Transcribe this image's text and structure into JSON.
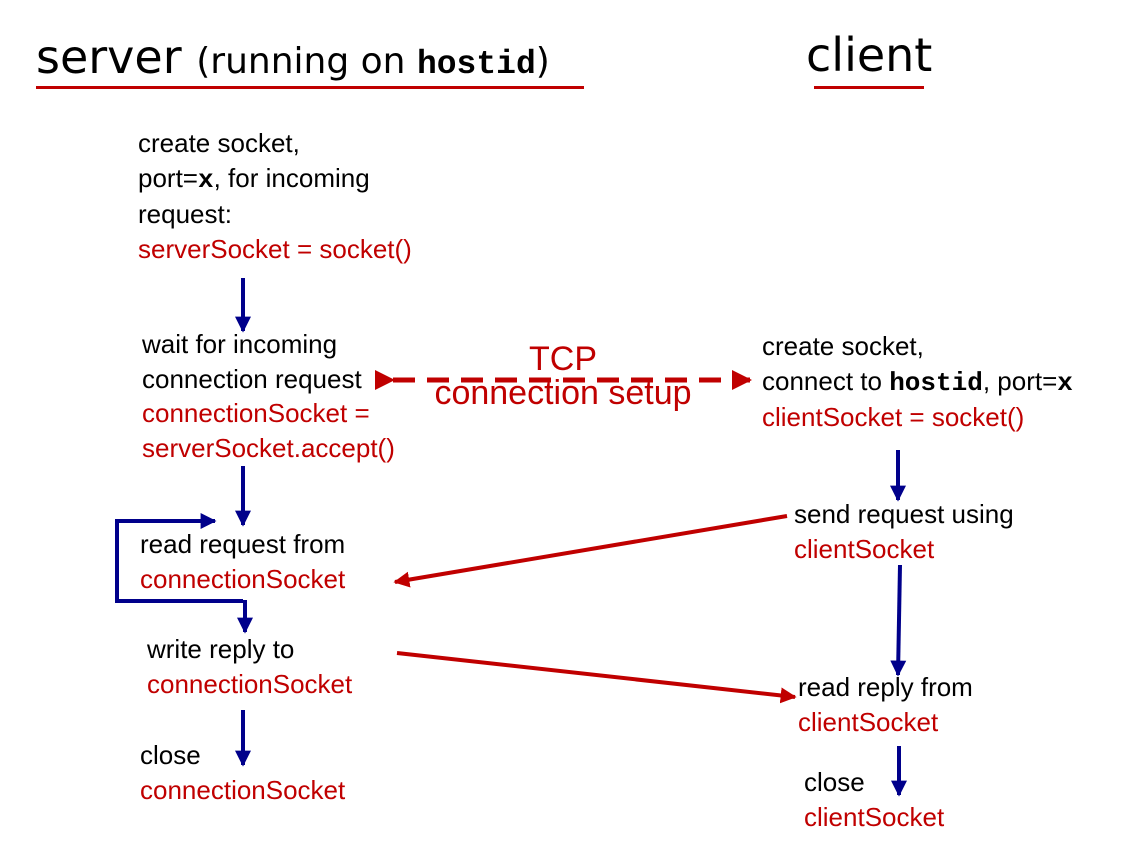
{
  "server_title": {
    "main": "server",
    "open_paren": "(",
    "running_on": "running on ",
    "host": "hostid",
    "close_paren": ")"
  },
  "client_title": "client",
  "server_steps": {
    "create": {
      "line1": "create socket,",
      "line2_a": "port=",
      "line2_x": "x",
      "line2_b": ", for incoming",
      "line3": "request:",
      "code": "serverSocket = socket()"
    },
    "wait": {
      "line1": "wait for incoming",
      "line2": "connection request",
      "code1": "connectionSocket =",
      "code2": "serverSocket.accept()"
    },
    "read": {
      "line1": "read request from",
      "code": "connectionSocket"
    },
    "write": {
      "line1": "write reply to",
      "code": "connectionSocket"
    },
    "close": {
      "line1": "close",
      "code": "connectionSocket"
    }
  },
  "client_steps": {
    "create": {
      "line1": "create socket,",
      "line2_a": "connect to ",
      "line2_host": "hostid",
      "line2_b": ", port=",
      "line2_x": "x",
      "code": "clientSocket = socket()"
    },
    "send": {
      "line1": "send request using",
      "code": "clientSocket"
    },
    "read": {
      "line1": "read reply from",
      "code": "clientSocket"
    },
    "close": {
      "line1": "close",
      "code": "clientSocket"
    }
  },
  "tcp_label": {
    "line1": "TCP",
    "line2": "connection setup"
  },
  "colors": {
    "code_red": "#c00000",
    "flow_blue": "#00008b",
    "text": "#000000"
  }
}
